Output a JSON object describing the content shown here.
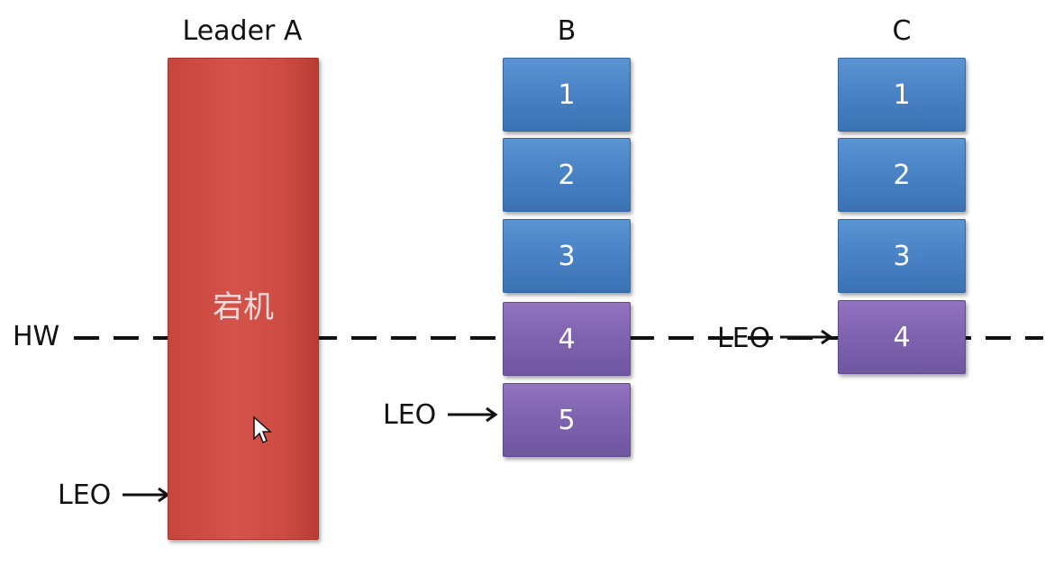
{
  "columns": {
    "a": {
      "title": "Leader A",
      "status_text": "宕机"
    },
    "b": {
      "title": "B",
      "blocks": [
        "1",
        "2",
        "3",
        "4",
        "5"
      ]
    },
    "c": {
      "title": "C",
      "blocks": [
        "1",
        "2",
        "3",
        "4"
      ]
    }
  },
  "markers": {
    "hw": "HW",
    "leo_a": "LEO",
    "leo_b": "LEO",
    "leo_c": "LEO"
  },
  "colors": {
    "committed_block": "#4a83c6",
    "uncommitted_block": "#8064b0",
    "down_leader": "#d4534a"
  },
  "icons": {
    "cursor": "mouse-pointer-icon"
  }
}
